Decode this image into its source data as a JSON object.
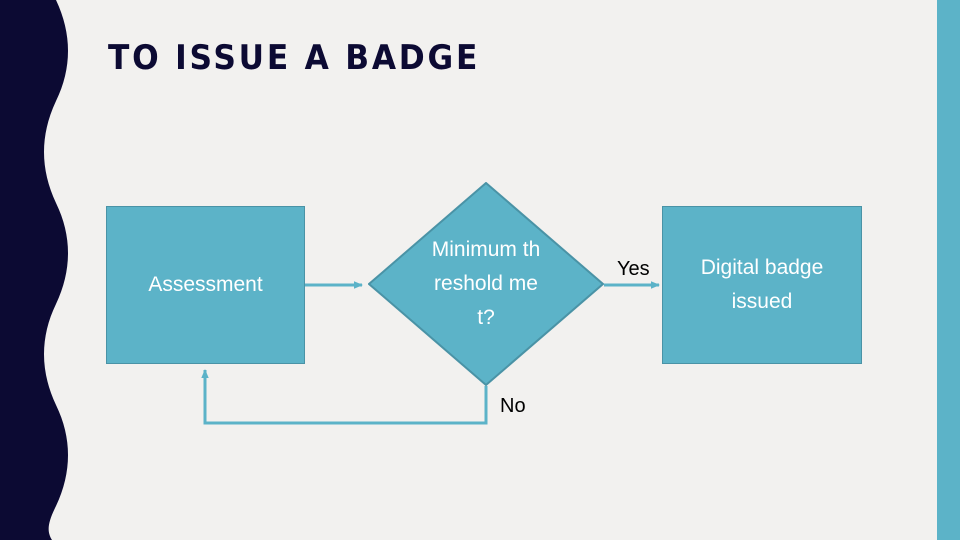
{
  "slide": {
    "title": "TO ISSUE A BADGE",
    "background_color": "#f2f1ef",
    "accent_color": "#5cb3c8",
    "dark_color": "#0c0a33",
    "shape_border_color": "#4a93a6",
    "shape_text_color": "#ffffff",
    "label_text_color": "#000000"
  },
  "decor": {
    "left_wave_band": "wave-band-shape",
    "right_bar": "vertical-accent-bar"
  },
  "diagram": {
    "type": "flowchart",
    "nodes": [
      {
        "id": "assessment",
        "shape": "rectangle",
        "label": "Assessment"
      },
      {
        "id": "decision",
        "shape": "diamond",
        "label": "Minimum threshold met?",
        "label_line_1": "Minimu",
        "label_line_2": "m",
        "label_line_3": "threshol",
        "label_line_4": "d met?"
      },
      {
        "id": "badge",
        "shape": "rectangle",
        "label": "Digital badge issued"
      }
    ],
    "edges": [
      {
        "id": "assessment-to-decision",
        "from": "assessment",
        "to": "decision",
        "label": ""
      },
      {
        "id": "decision-to-badge",
        "from": "decision",
        "to": "badge",
        "label": "Yes"
      },
      {
        "id": "decision-to-assessment",
        "from": "decision",
        "to": "assessment",
        "label": "No"
      }
    ]
  }
}
